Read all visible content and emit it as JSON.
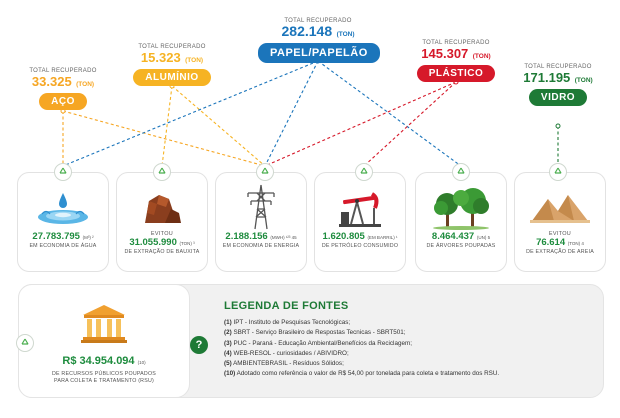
{
  "materials": {
    "aco": {
      "caption": "TOTAL RECUPERADO",
      "value": "33.325",
      "unit": "(TON)",
      "label": "AÇO",
      "color": "#f6a623"
    },
    "aluminio": {
      "caption": "TOTAL RECUPERADO",
      "value": "15.323",
      "unit": "(TON)",
      "label": "ALUMÍNIO",
      "color": "#f6b323"
    },
    "papel": {
      "caption": "TOTAL RECUPERADO",
      "value": "282.148",
      "unit": "(TON)",
      "label": "PAPEL/PAPELÃO",
      "color": "#1b75bb"
    },
    "plastico": {
      "caption": "TOTAL RECUPERADO",
      "value": "145.307",
      "unit": "(TON)",
      "label": "PLÁSTICO",
      "color": "#d6192a"
    },
    "vidro": {
      "caption": "TOTAL RECUPERADO",
      "value": "171.195",
      "unit": "(TON)",
      "label": "VIDRO",
      "color": "#1e7a36"
    }
  },
  "cards": [
    {
      "pre": "",
      "value": "27.783.795",
      "unit": "(M³) ²",
      "desc": "EM ECONOMIA DE ÁGUA",
      "icon": "water-drop-icon"
    },
    {
      "pre": "EVITOU",
      "value": "31.055.990",
      "unit": "(TON) ³",
      "desc": "DE EXTRAÇÃO DE BAUXITA",
      "icon": "bauxite-rock-icon"
    },
    {
      "pre": "",
      "value": "2.188.156",
      "unit": "(MWH) ¹²³ 45",
      "desc": "EM ECONOMIA DE ENERGIA",
      "icon": "power-tower-icon"
    },
    {
      "pre": "",
      "value": "1.620.805",
      "unit": "(EM BARRIL) ¹",
      "desc": "DE PETRÓLEO CONSUMIDO",
      "icon": "oil-pump-icon"
    },
    {
      "pre": "",
      "value": "8.464.437",
      "unit": "(UN) 5",
      "desc": "DE ÁRVORES POUPADAS",
      "icon": "trees-icon"
    },
    {
      "pre": "EVITOU",
      "value": "76.614",
      "unit": "(TON) 4",
      "desc": "DE EXTRAÇÃO DE AREIA",
      "icon": "sand-dunes-icon"
    }
  ],
  "public": {
    "value": "R$ 34.954.094",
    "unit": "(10)",
    "desc1": "DE RECURSOS PÚBLICOS POUPADOS",
    "desc2": "PARA COLETA E TRATAMENTO (RSU)"
  },
  "legend": {
    "title": "LEGENDA DE FONTES",
    "items": [
      {
        "ref": "(1)",
        "text": "IPT - Instituto de Pesquisas Tecnológicas;"
      },
      {
        "ref": "(2)",
        "text": "SBRT - Serviço Brasileiro de Respostas Tecnicas - SBRT501;"
      },
      {
        "ref": "(3)",
        "text": "PUC - Paraná - Educação Ambiental/Benefícios da Reciclagem;"
      },
      {
        "ref": "(4)",
        "text": "WEB-RESOL - curiosidades / ABIVIDRO;"
      },
      {
        "ref": "(5)",
        "text": "AMBIENTEBRASIL - Resíduos Sólidos;"
      },
      {
        "ref": "(10)",
        "text": "Adotado como referência o valor de R$ 54,00 por tonelada para coleta e tratamento dos RSU."
      }
    ]
  },
  "question_mark": "?",
  "colors": {
    "green": "#1e8c3e",
    "darkgreen": "#1e7a36",
    "blue": "#1b75bb",
    "orange": "#f6a623",
    "red": "#d6192a"
  }
}
